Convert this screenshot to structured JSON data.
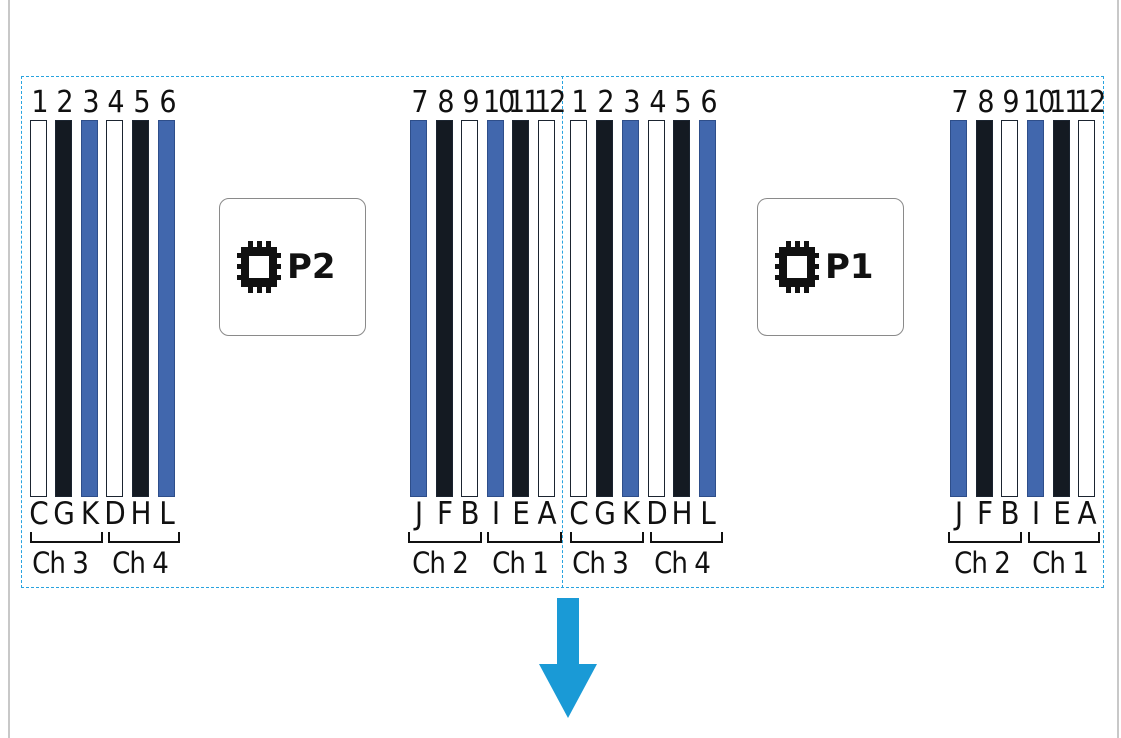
{
  "processors": [
    {
      "label": "P2",
      "left_slots": [
        {
          "num": "1",
          "letter": "C",
          "color": "white"
        },
        {
          "num": "2",
          "letter": "G",
          "color": "black"
        },
        {
          "num": "3",
          "letter": "K",
          "color": "blue"
        },
        {
          "num": "4",
          "letter": "D",
          "color": "white"
        },
        {
          "num": "5",
          "letter": "H",
          "color": "black"
        },
        {
          "num": "6",
          "letter": "L",
          "color": "blue"
        }
      ],
      "right_slots": [
        {
          "num": "7",
          "letter": "J",
          "color": "blue"
        },
        {
          "num": "8",
          "letter": "F",
          "color": "black"
        },
        {
          "num": "9",
          "letter": "B",
          "color": "white"
        },
        {
          "num": "10",
          "letter": "I",
          "color": "blue"
        },
        {
          "num": "11",
          "letter": "E",
          "color": "black"
        },
        {
          "num": "12",
          "letter": "A",
          "color": "white"
        }
      ],
      "channels_left": [
        "Ch 3",
        "Ch 4"
      ],
      "channels_right": [
        "Ch 2",
        "Ch 1"
      ]
    },
    {
      "label": "P1",
      "left_slots": [
        {
          "num": "1",
          "letter": "C",
          "color": "white"
        },
        {
          "num": "2",
          "letter": "G",
          "color": "black"
        },
        {
          "num": "3",
          "letter": "K",
          "color": "blue"
        },
        {
          "num": "4",
          "letter": "D",
          "color": "white"
        },
        {
          "num": "5",
          "letter": "H",
          "color": "black"
        },
        {
          "num": "6",
          "letter": "L",
          "color": "blue"
        }
      ],
      "right_slots": [
        {
          "num": "7",
          "letter": "J",
          "color": "blue"
        },
        {
          "num": "8",
          "letter": "F",
          "color": "black"
        },
        {
          "num": "9",
          "letter": "B",
          "color": "white"
        },
        {
          "num": "10",
          "letter": "I",
          "color": "blue"
        },
        {
          "num": "11",
          "letter": "E",
          "color": "black"
        },
        {
          "num": "12",
          "letter": "A",
          "color": "white"
        }
      ],
      "channels_left": [
        "Ch 3",
        "Ch 4"
      ],
      "channels_right": [
        "Ch 2",
        "Ch 1"
      ]
    }
  ],
  "colors": {
    "white": "#ffffff",
    "black": "#141a22",
    "blue": "#4167ad",
    "frame": "#29a3df",
    "arrow": "#1a9ad6"
  },
  "icons": {
    "processor": "chip-icon",
    "direction": "arrow-down-icon"
  }
}
